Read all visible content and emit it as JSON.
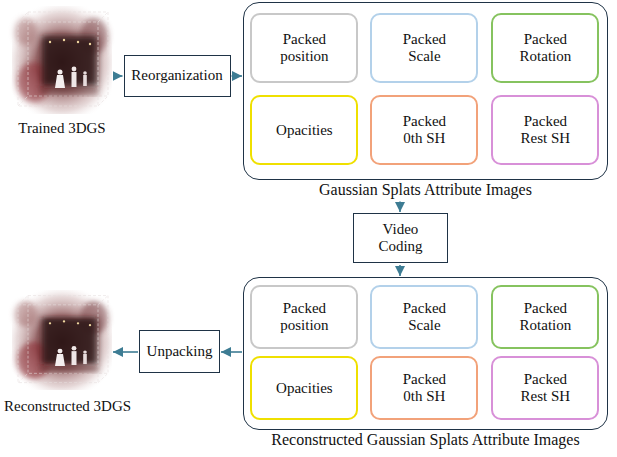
{
  "diagram": {
    "nodes": [
      {
        "text": [
          "Trained 3DGS"
        ]
      },
      {
        "text": [
          "Reorganization"
        ]
      },
      {
        "text": [
          "Gaussian Splats Attribute Images"
        ]
      },
      {
        "text": [
          "Packed position"
        ],
        "in": 2
      },
      {
        "text": [
          "Packed Scale"
        ],
        "in": 2
      },
      {
        "text": [
          "Packed Rotation"
        ],
        "in": 2
      },
      {
        "text": [
          "Opacities"
        ],
        "in": 2
      },
      {
        "text": [
          "Packed 0th SH"
        ],
        "in": 2
      },
      {
        "text": [
          "Packed Rest SH"
        ],
        "in": 2
      },
      {
        "text": [
          "Video Coding"
        ]
      },
      {
        "text": [
          "Reconstructed Gaussian Splats Attribute Images"
        ]
      },
      {
        "text": [
          "Packed position"
        ],
        "in": 10
      },
      {
        "text": [
          "Packed Scale"
        ],
        "in": 10
      },
      {
        "text": [
          "Packed Rotation"
        ],
        "in": 10
      },
      {
        "text": [
          "Opacities"
        ],
        "in": 10
      },
      {
        "text": [
          "Packed 0th SH"
        ],
        "in": 10
      },
      {
        "text": [
          "Packed Rest SH"
        ],
        "in": 10
      },
      {
        "text": [
          "Unpacking"
        ]
      },
      {
        "text": [
          "Reconstructed 3DGS"
        ]
      }
    ],
    "edges": [
      {
        "from": 0,
        "to": 1,
        "arrow": "to"
      },
      {
        "from": 1,
        "to": 2,
        "arrow": "to"
      },
      {
        "from": 2,
        "to": 9,
        "arrow": "to"
      },
      {
        "from": 9,
        "to": 10,
        "arrow": "to"
      },
      {
        "from": 10,
        "to": 17,
        "arrow": "to"
      },
      {
        "from": 17,
        "to": 18,
        "arrow": "to"
      }
    ]
  }
}
